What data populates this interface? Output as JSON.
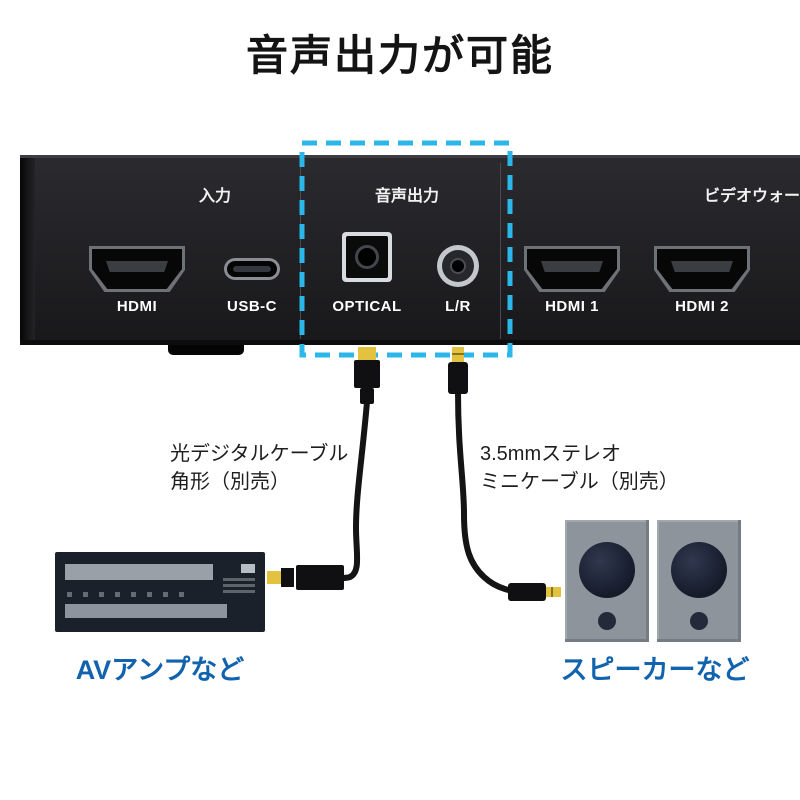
{
  "title": "音声出力が可能",
  "panel": {
    "section_input_label": "入力",
    "section_audio_label": "音声出力",
    "section_videowall_label": "ビデオウォー",
    "port_hdmi_in_label": "HDMI",
    "port_usbc_label": "USB-C",
    "port_optical_label": "OPTICAL",
    "port_lr_label": "L/R",
    "port_hdmi1_label": "HDMI 1",
    "port_hdmi2_label": "HDMI 2"
  },
  "annotations": {
    "optical_cable_line1": "光デジタルケーブル",
    "optical_cable_line2": "角形（別売）",
    "stereo_cable_line1": "3.5mmステレオ",
    "stereo_cable_line2": "ミニケーブル（別売）",
    "amp_caption": "AVアンプなど",
    "speaker_caption": "スピーカーなど"
  },
  "colors": {
    "highlight_dashed": "#2bb7ea",
    "caption_blue": "#1263ae",
    "plug_gold": "#e3c23f",
    "panel_body": "#1e1e20"
  }
}
